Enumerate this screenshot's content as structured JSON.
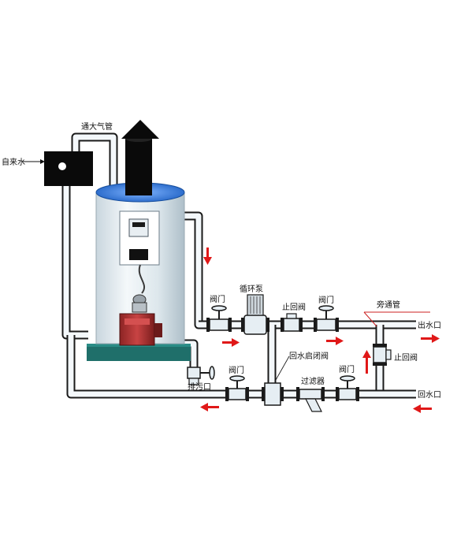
{
  "labels": {
    "tap_water": "自来水",
    "vent_pipe": "通大气管",
    "circ_pump": "循环泵",
    "valve_top_left": "阀门",
    "check_valve_top": "止回阀",
    "valve_top_right": "阀门",
    "bypass_pipe": "旁通管",
    "outlet": "出水口",
    "check_valve_right": "止回阀",
    "return_shutoff": "回水启闭阀",
    "valve_drain": "阀门",
    "drain_outlet": "排污口",
    "filter": "过滤器",
    "valve_bottom": "阀门",
    "return_inlet": "回水口"
  },
  "colors": {
    "arrow_flow": "#e01818",
    "boiler_body": "#d7e3ea",
    "boiler_top": "#2a78d8",
    "burner": "#b03030",
    "base": "#1f6f6a",
    "tank": "#0a0a0a"
  },
  "icons": {
    "chimney": "chimney-icon",
    "control_panel": "control-panel-icon",
    "burner": "burner-icon",
    "pump": "pump-icon",
    "flow_arrow": "flow-arrow-icon"
  }
}
